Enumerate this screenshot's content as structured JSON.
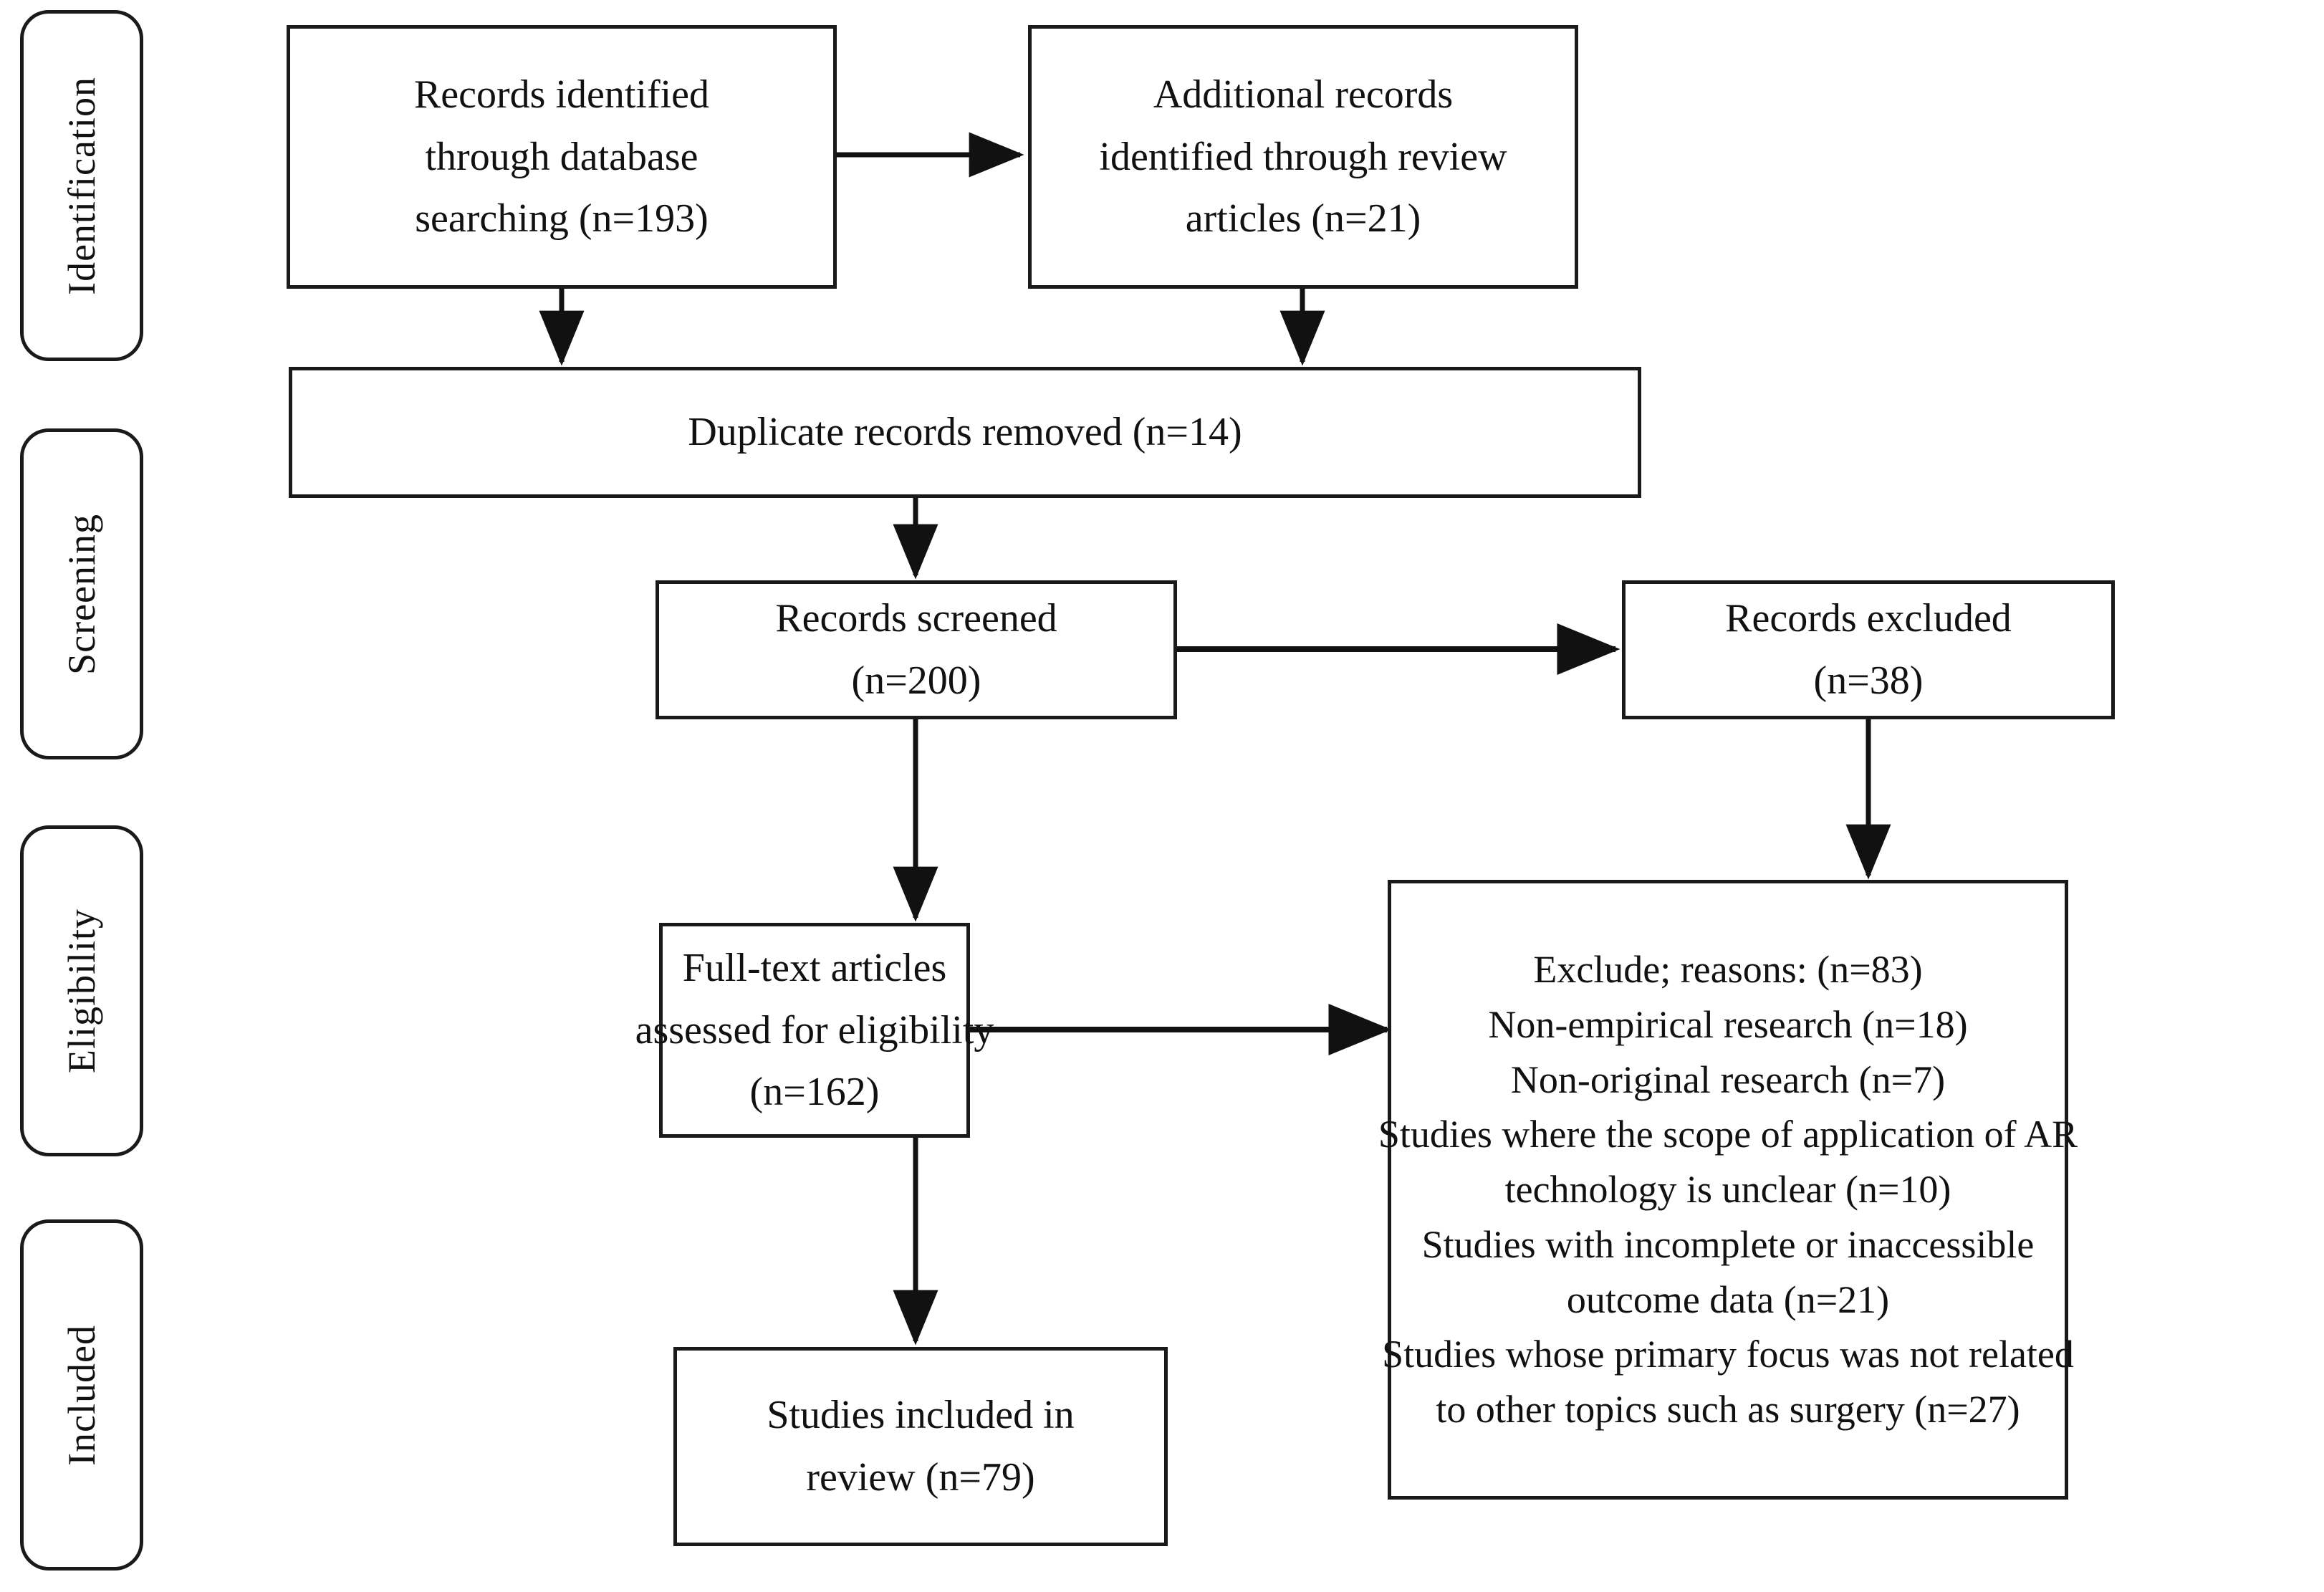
{
  "diagram": {
    "type": "prisma-flow-diagram",
    "title": "PRISMA flow diagram",
    "line_color": "#1a1a1a",
    "text_color": "#111111",
    "background": "#ffffff"
  },
  "phases": [
    {
      "id": "identification",
      "label": "Identification"
    },
    {
      "id": "screening",
      "label": "Screening"
    },
    {
      "id": "eligibility",
      "label": "Eligibility"
    },
    {
      "id": "included",
      "label": "Included"
    }
  ],
  "boxes": {
    "records_identified": {
      "id": "records-identified",
      "lines": [
        "Records identified",
        "through database",
        "searching (n=193)"
      ],
      "count": 193
    },
    "additional_records": {
      "id": "additional-records",
      "lines": [
        "Additional records",
        "identified through review",
        "articles (n=21)"
      ],
      "count": 21
    },
    "duplicates_removed": {
      "id": "duplicate-records-removed",
      "lines": [
        "Duplicate records removed (n=14)"
      ],
      "count": 14
    },
    "records_screened": {
      "id": "records-screened",
      "lines": [
        "Records screened",
        "(n=200)"
      ],
      "count": 200
    },
    "records_excluded": {
      "id": "records-excluded",
      "lines": [
        "Records excluded",
        "(n=38)"
      ],
      "count": 38
    },
    "fulltext_assessed": {
      "id": "full-text-articles-assessed",
      "lines": [
        "Full-text  articles",
        "assessed for eligibility",
        "(n=162)"
      ],
      "count": 162
    },
    "exclusion_reasons": {
      "id": "exclusion-reasons",
      "lines": [
        "Exclude;  reasons: (n=83)",
        "Non-empirical  research (n=18)",
        "Non-original  research (n=7)",
        "Studies where  the scope of application of AR",
        "technology is unclear (n=10)",
        "Studies with incomplete  or inaccessible",
        "outcome data (n=21)",
        "Studies whose primary  focus was not related",
        "to other topics such as surgery (n=27)"
      ],
      "total": 83,
      "reasons": [
        {
          "label": "Non-empirical research",
          "count": 18
        },
        {
          "label": "Non-original research",
          "count": 7
        },
        {
          "label": "Studies where the scope of application of AR technology is unclear",
          "count": 10
        },
        {
          "label": "Studies with incomplete or inaccessible outcome data",
          "count": 21
        },
        {
          "label": "Studies whose primary focus was not related to other topics such as surgery",
          "count": 27
        }
      ]
    },
    "studies_included": {
      "id": "studies-included-in-review",
      "lines": [
        "Studies included in",
        "review  (n=79)"
      ],
      "count": 79
    }
  }
}
